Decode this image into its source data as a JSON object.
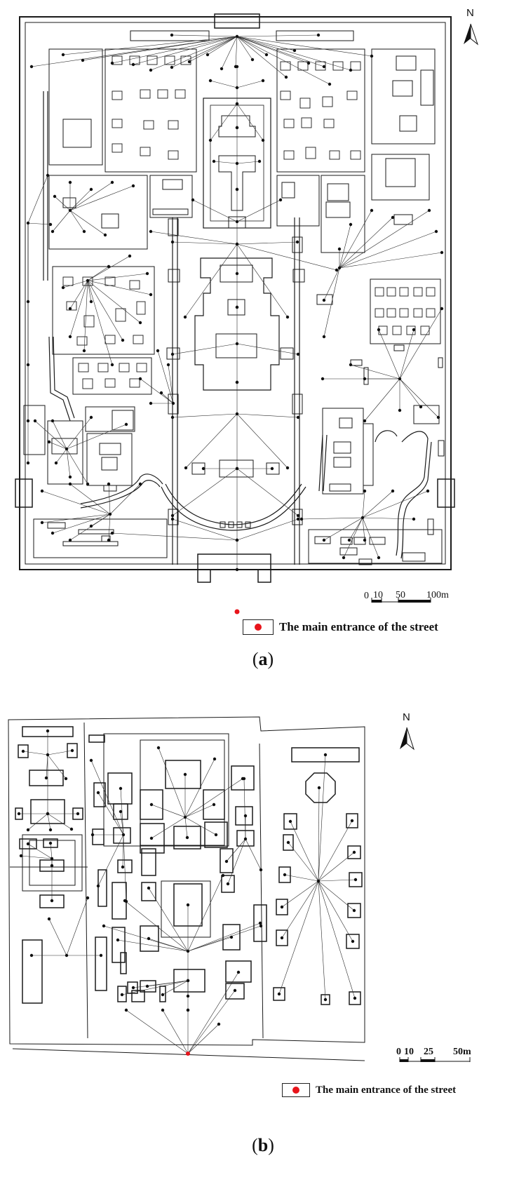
{
  "figure_a": {
    "caption_letter": "a",
    "legend_label": "The main entrance of the street",
    "north_label": "N",
    "scale_ticks": [
      "0",
      "10",
      "50",
      "100m"
    ]
  },
  "figure_b": {
    "caption_letter": "b",
    "legend_label": "The main entrance of the street",
    "north_label": "N",
    "scale_ticks": [
      "0",
      "10",
      "25",
      "50m"
    ]
  },
  "colors": {
    "entrance": "#e8141b",
    "ink": "#1a1a1a"
  }
}
